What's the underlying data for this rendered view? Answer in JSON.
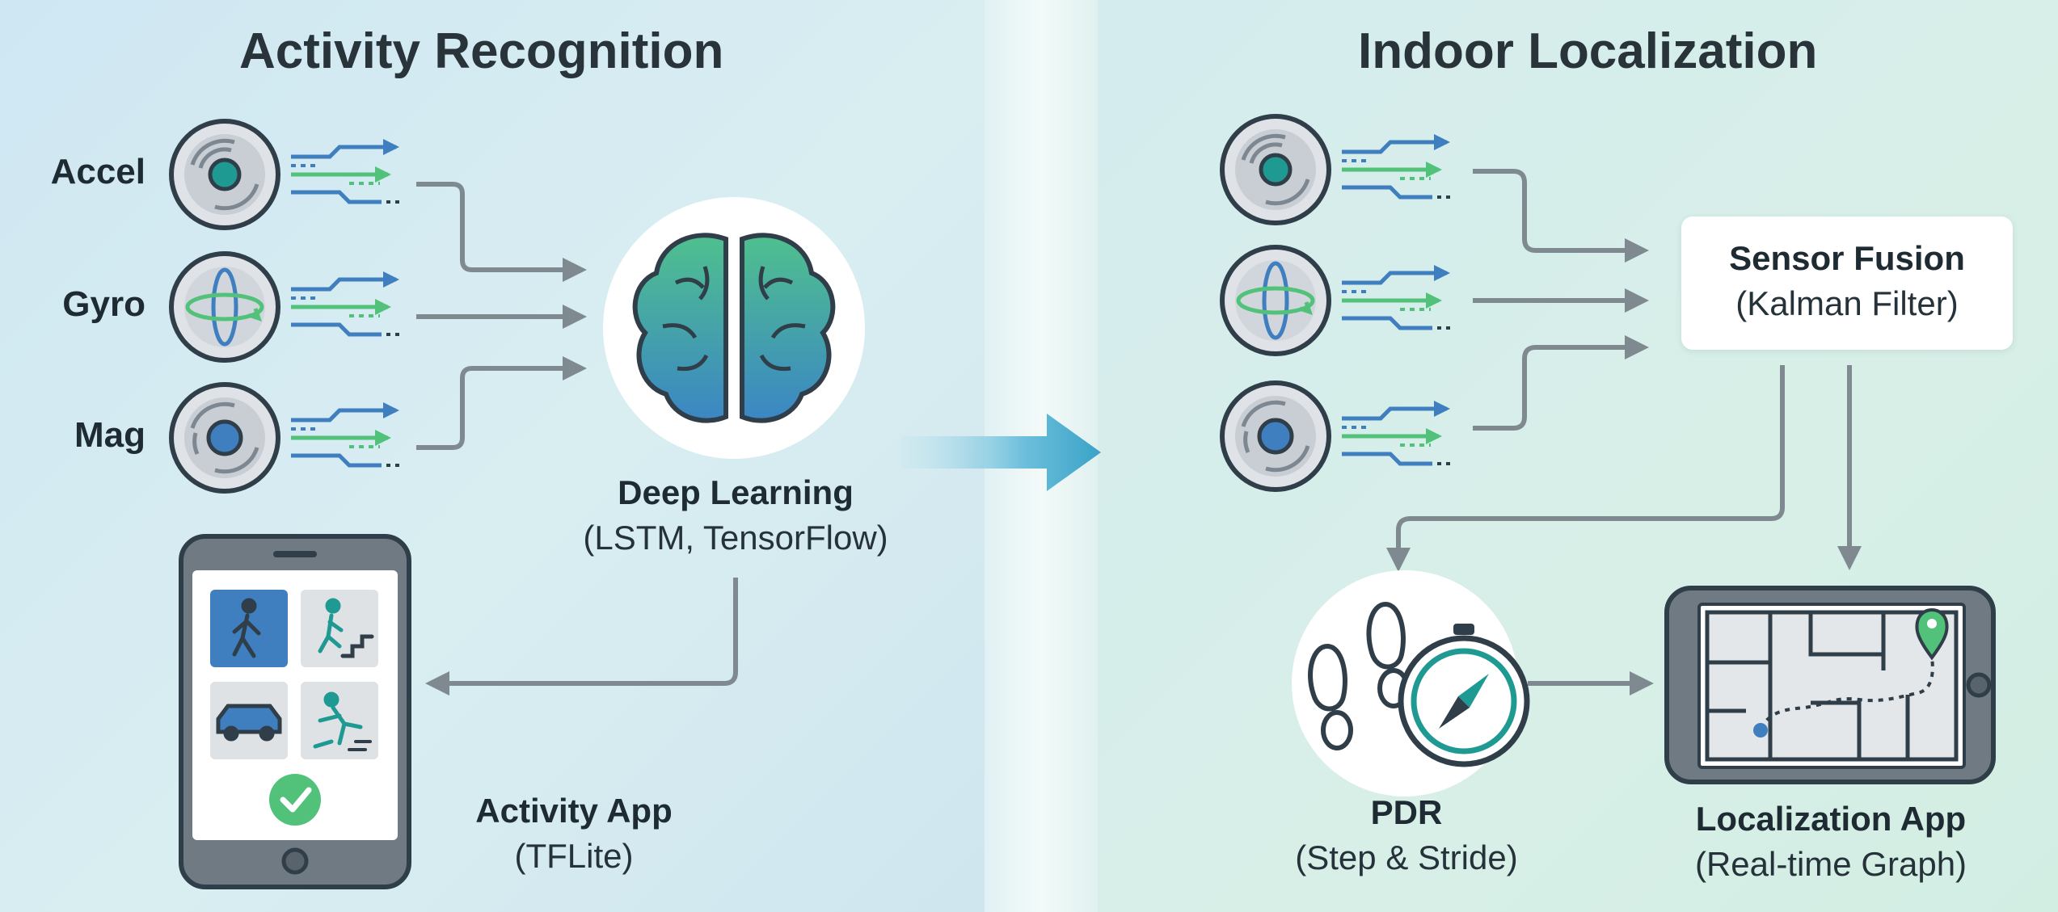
{
  "left": {
    "title": "Activity Recognition",
    "sensors": [
      {
        "label": "Accel",
        "icon": "accelerometer-icon"
      },
      {
        "label": "Gyro",
        "icon": "gyroscope-icon"
      },
      {
        "label": "Mag",
        "icon": "magnetometer-icon"
      }
    ],
    "model": {
      "title": "Deep Learning",
      "subtitle": "(LSTM, TensorFlow)",
      "icon": "brain-icon"
    },
    "app": {
      "title": "Activity App",
      "subtitle": "(TFLite)",
      "icons": [
        "walking-icon",
        "stairs-icon",
        "car-icon",
        "fall-icon",
        "checkmark-icon"
      ]
    }
  },
  "right": {
    "title": "Indoor Localization",
    "sensors": [
      {
        "icon": "accelerometer-icon"
      },
      {
        "icon": "gyroscope-icon"
      },
      {
        "icon": "magnetometer-icon"
      }
    ],
    "fusion": {
      "title": "Sensor Fusion",
      "subtitle": "(Kalman Filter)"
    },
    "pdr": {
      "title": "PDR",
      "subtitle": "(Step & Stride)",
      "icons": [
        "footprints-icon",
        "compass-icon"
      ]
    },
    "app": {
      "title": "Localization App",
      "subtitle": "(Real-time Graph)",
      "icons": [
        "floor-map-icon",
        "location-pin-icon"
      ]
    }
  },
  "colors": {
    "teal": "#1e8f8f",
    "blue": "#3f7fc0",
    "green": "#52c27a",
    "arrow": "#7f8a90",
    "navy": "#2f3e48",
    "bigArrow": "#3aa3c8"
  }
}
